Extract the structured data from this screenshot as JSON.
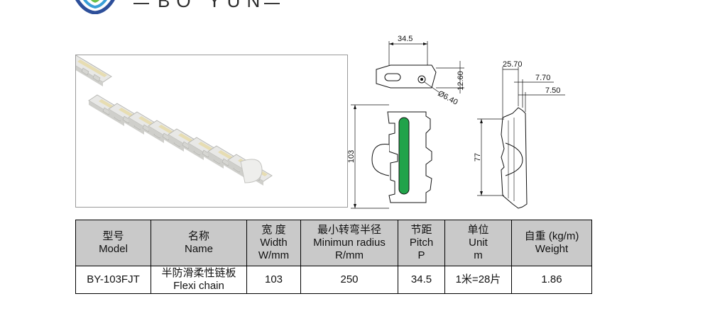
{
  "brand": {
    "name": "BO YUN"
  },
  "drawing": {
    "dims": {
      "pitch": "34.5",
      "link_height": "12.60",
      "pin_diameter": "Ø6.40",
      "chain_width": "103",
      "side_width": "25.70",
      "side_offset_1": "7.70",
      "side_offset_2": "7.50",
      "side_height": "77"
    }
  },
  "table": {
    "headers": [
      {
        "zh": "型号",
        "en": "Model",
        "en2": ""
      },
      {
        "zh": "名称",
        "en": "Name",
        "en2": ""
      },
      {
        "zh": "宽 度",
        "en": "Width",
        "en2": "W/mm"
      },
      {
        "zh": "最小转弯半径",
        "en": "Minimun radius",
        "en2": "R/mm"
      },
      {
        "zh": "节距",
        "en": "Pitch",
        "en2": "P"
      },
      {
        "zh": "单位",
        "en": "Unit",
        "en2": "m"
      },
      {
        "zh": "自重 (kg/m)",
        "en": "Weight",
        "en2": ""
      }
    ],
    "row": {
      "model": "BY-103FJT",
      "name_zh": "半防滑柔性链板",
      "name_en": "Flexi chain",
      "width": "103",
      "radius": "250",
      "pitch": "34.5",
      "unit": "1米=28片",
      "weight": "1.86"
    }
  },
  "colors": {
    "header_bg": "#c9c9c9",
    "guide_green": "#21a34a"
  }
}
